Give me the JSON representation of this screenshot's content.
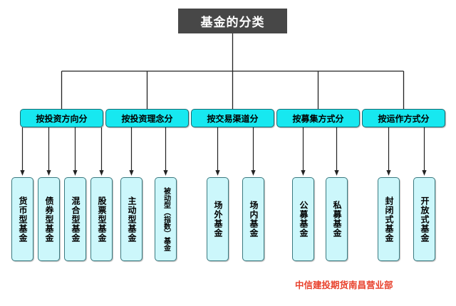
{
  "diagram": {
    "root": {
      "label": "基金的分类",
      "box_color": "#474747",
      "text_color": "#ffffff"
    },
    "category_color": "#17e8f0",
    "leaf_color": "#ccf7fb",
    "categories": [
      {
        "label": "按投资方向分",
        "leaves": [
          {
            "label": "货币型基金"
          },
          {
            "label": "债券型基金"
          },
          {
            "label": "混合型基金"
          },
          {
            "label": "股票型基金"
          }
        ]
      },
      {
        "label": "按投资理念分",
        "leaves": [
          {
            "label": "主动型基金"
          },
          {
            "label": "被动型（指数）基金"
          }
        ]
      },
      {
        "label": "按交易渠道分",
        "leaves": [
          {
            "label": "场外基金"
          },
          {
            "label": "场内基金"
          }
        ]
      },
      {
        "label": "按募集方式分",
        "leaves": [
          {
            "label": "公募基金"
          },
          {
            "label": "私募基金"
          }
        ]
      },
      {
        "label": "按运作方式分",
        "leaves": [
          {
            "label": "封闭式基金"
          },
          {
            "label": "开放式基金"
          }
        ]
      }
    ]
  },
  "footer": {
    "credit": "中信建投期货南昌营业部",
    "credit_color": "#e8412c"
  }
}
